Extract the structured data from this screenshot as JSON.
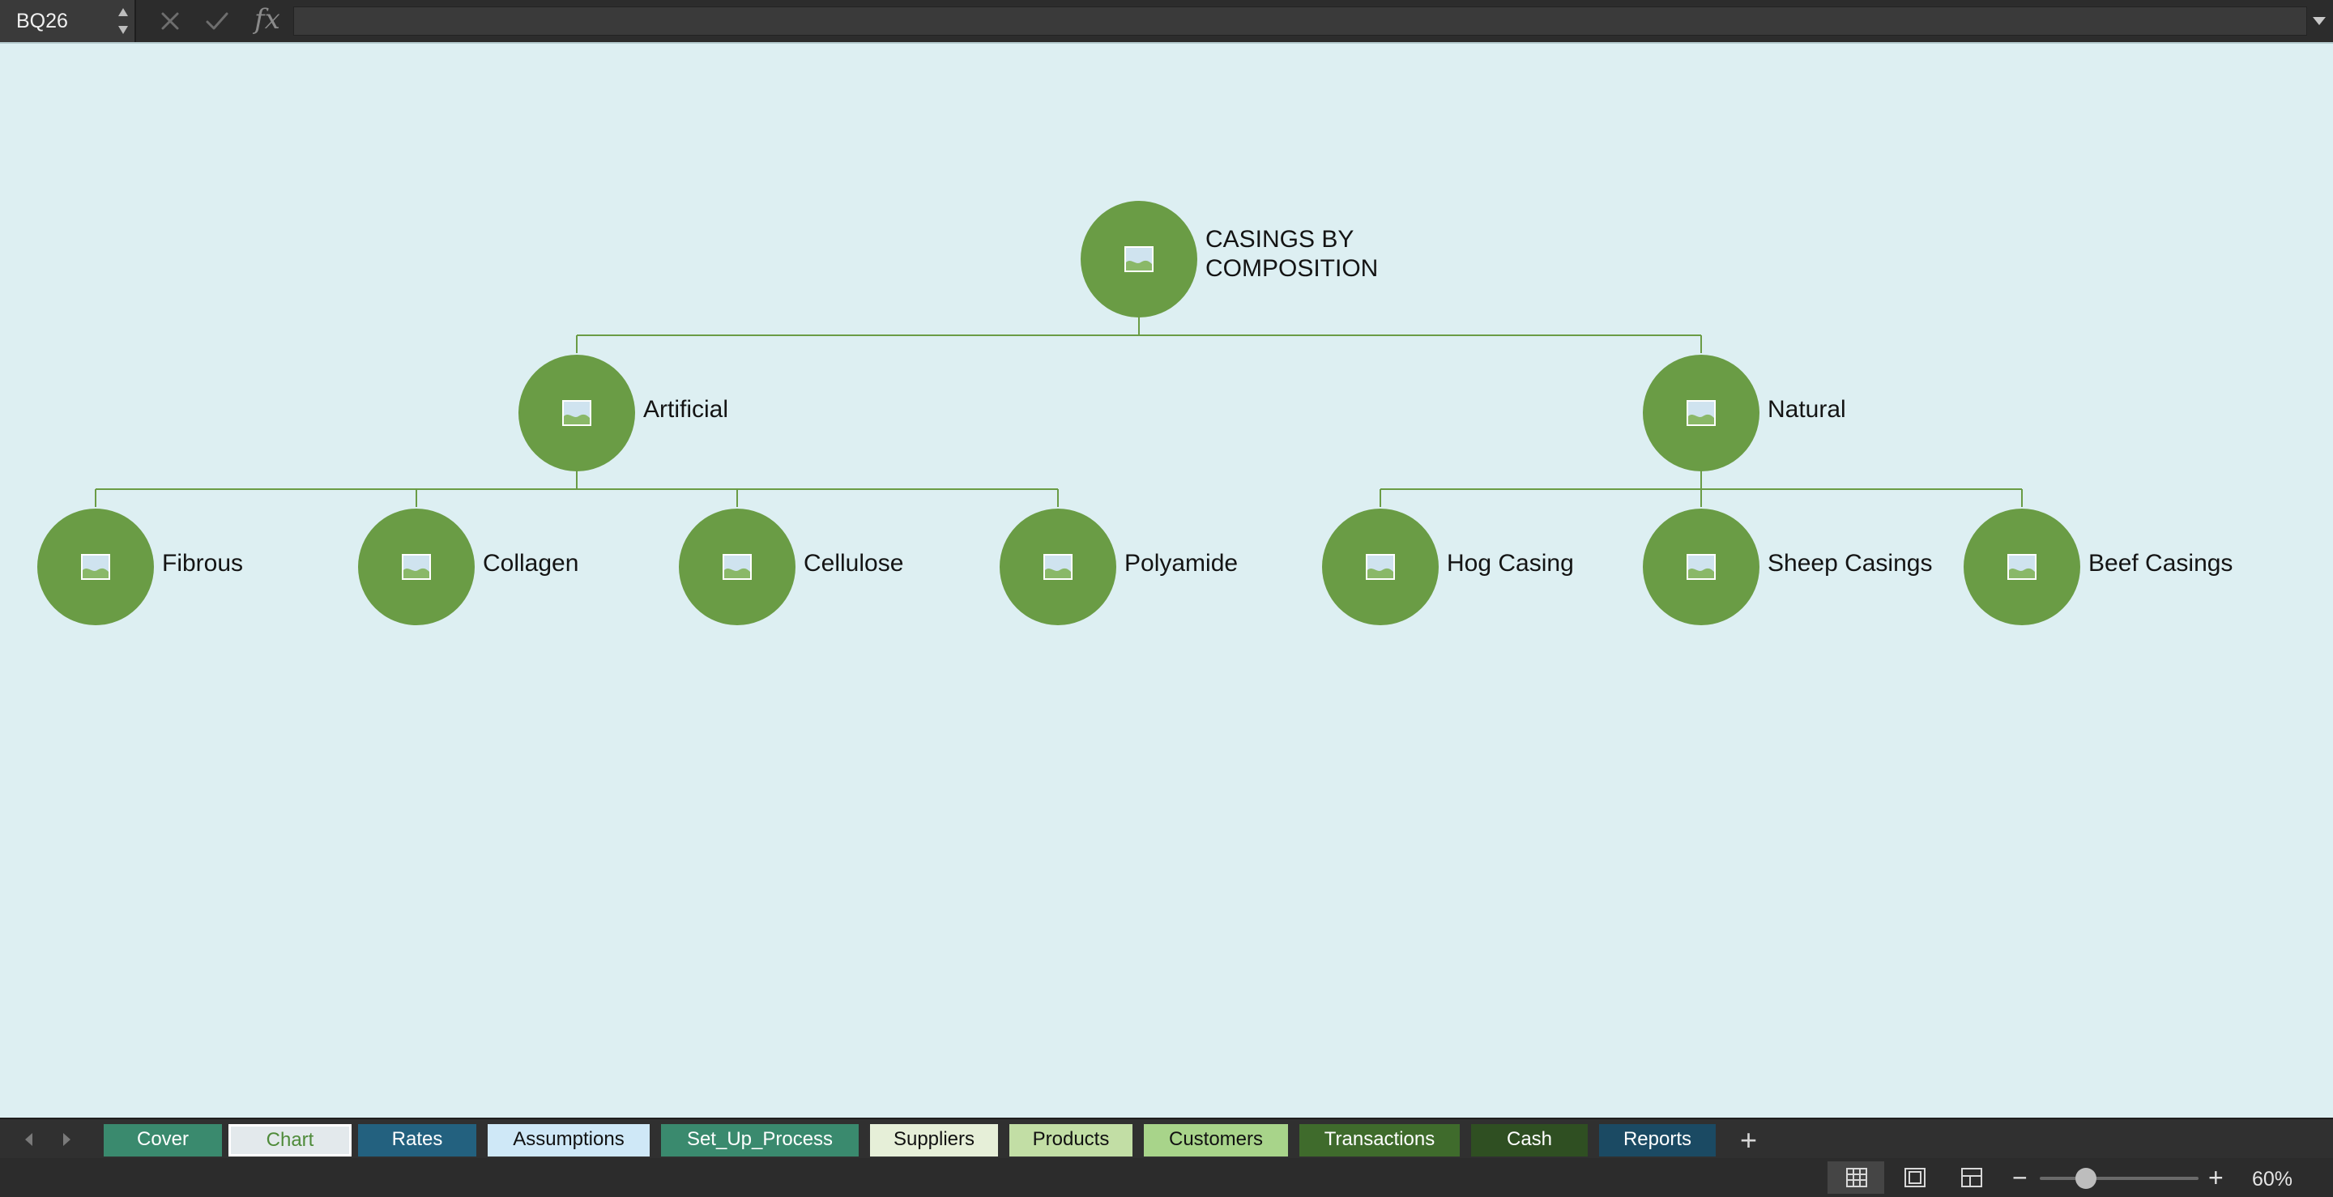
{
  "formula_bar": {
    "name_box": "BQ26",
    "cancel_icon": "x-icon",
    "confirm_icon": "checkmark-icon",
    "function_symbol": "fx",
    "formula": ""
  },
  "diagram": {
    "root": {
      "label_line1": "CASINGS BY",
      "label_line2": "COMPOSITION"
    },
    "artificial": {
      "label": "Artificial"
    },
    "natural": {
      "label": "Natural"
    },
    "fibrous": {
      "label": "Fibrous"
    },
    "collagen": {
      "label": "Collagen"
    },
    "cellulose": {
      "label": "Cellulose"
    },
    "polyamide": {
      "label": "Polyamide"
    },
    "hog": {
      "label": "Hog Casing"
    },
    "sheep": {
      "label": "Sheep Casings"
    },
    "beef": {
      "label": "Beef Casings"
    },
    "node_color": "#6a9c45",
    "connector_color": "#6a9c45",
    "node_icon": "picture-placeholder-icon"
  },
  "sheet_tabs": [
    {
      "label": "Cover",
      "bg": "#3a8a6e",
      "fg": "#ffffff",
      "active": false
    },
    {
      "label": "Chart",
      "bg": "#e3e9ec",
      "fg": "#4f8b3a",
      "active": true
    },
    {
      "label": "Rates",
      "bg": "#23617f",
      "fg": "#ffffff",
      "active": false
    },
    {
      "label": "Assumptions",
      "bg": "#cfe8f7",
      "fg": "#111111",
      "active": false
    },
    {
      "label": "Set_Up_Process",
      "bg": "#3a8a6e",
      "fg": "#ffffff",
      "active": false
    },
    {
      "label": "Suppliers",
      "bg": "#e6efd8",
      "fg": "#111111",
      "active": false
    },
    {
      "label": "Products",
      "bg": "#c2dea5",
      "fg": "#111111",
      "active": false
    },
    {
      "label": "Customers",
      "bg": "#a8d48a",
      "fg": "#111111",
      "active": false
    },
    {
      "label": "Transactions",
      "bg": "#3f6b2c",
      "fg": "#ffffff",
      "active": false
    },
    {
      "label": "Cash",
      "bg": "#2f4f22",
      "fg": "#ffffff",
      "active": false
    },
    {
      "label": "Reports",
      "bg": "#1b4a63",
      "fg": "#ffffff",
      "active": false
    }
  ],
  "status_bar": {
    "zoom_label": "60%",
    "zoom_percent": 60,
    "views": [
      "normal-view-icon",
      "page-layout-icon",
      "page-break-preview-icon"
    ]
  }
}
